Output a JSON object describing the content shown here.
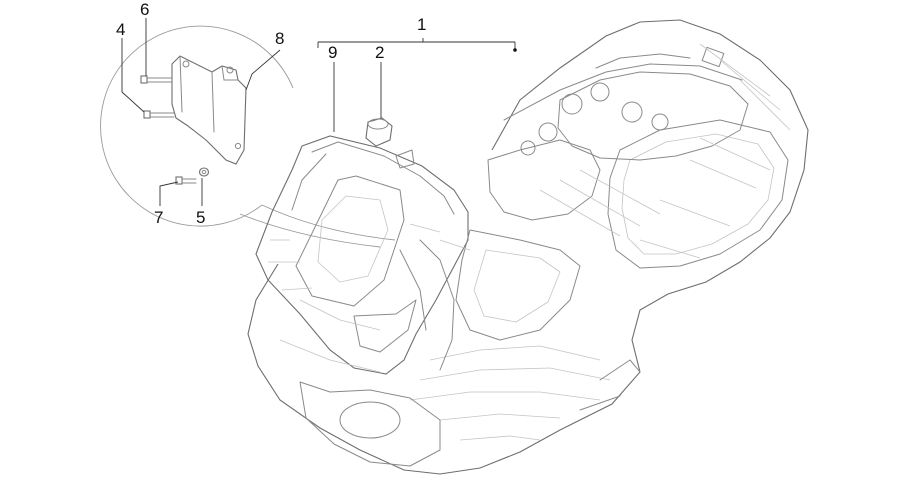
{
  "diagram": {
    "callouts": [
      {
        "id": "c1",
        "label": "1"
      },
      {
        "id": "c2",
        "label": "2"
      },
      {
        "id": "c4",
        "label": "4"
      },
      {
        "id": "c5",
        "label": "5"
      },
      {
        "id": "c6",
        "label": "6"
      },
      {
        "id": "c7",
        "label": "7"
      },
      {
        "id": "c8",
        "label": "8"
      },
      {
        "id": "c9",
        "label": "9"
      }
    ]
  }
}
